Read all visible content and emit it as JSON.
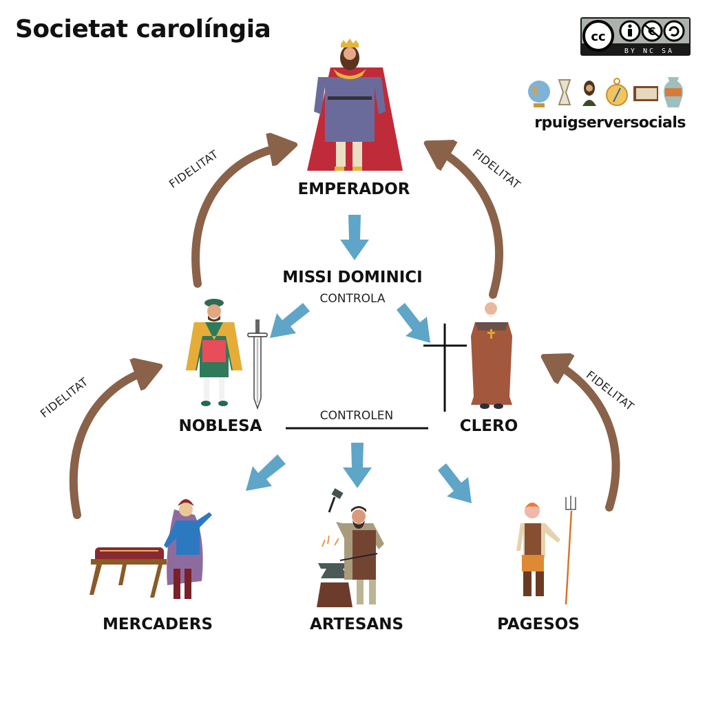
{
  "title": "Societat carolíngia",
  "license": {
    "icons": [
      "cc-icon",
      "by-attribution-icon",
      "nc-noncommercial-icon",
      "sa-sharealike-icon"
    ],
    "terms": [
      "BY",
      "NC",
      "SA"
    ]
  },
  "brand": {
    "icons": [
      "globe-icon",
      "hourglass-icon",
      "mona-lisa-icon",
      "compass-icon",
      "book-icon",
      "greek-vase-icon"
    ],
    "name": "rpuigserversocials"
  },
  "nodes": {
    "emperador": "EMPERADOR",
    "missi": "MISSI DOMINICI",
    "noblesa": "NOBLESA",
    "clero": "CLERO",
    "mercaders": "MERCADERS",
    "artesans": "ARTESANS",
    "pagesos": "PAGESOS"
  },
  "relations": {
    "missi_control": "CONTROLA",
    "lords_control": "CONTROLEN",
    "loyalty": "FIDELITAT"
  },
  "colors": {
    "loyalty_arrow": "#8a6249",
    "control_arrow": "#5fa5c8",
    "text": "#111111"
  }
}
